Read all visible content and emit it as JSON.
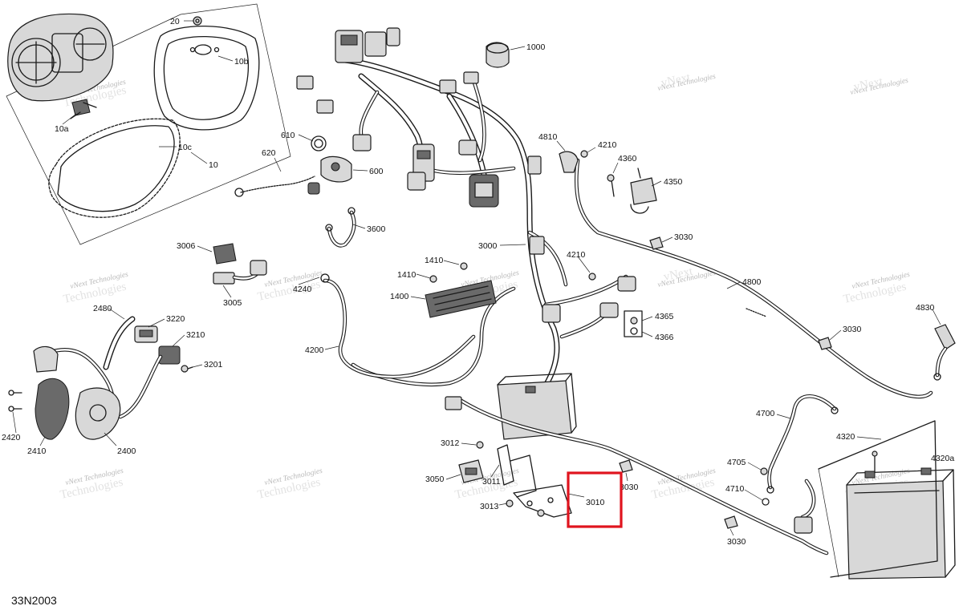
{
  "diagram": {
    "reference_code": "33N2003",
    "watermark": {
      "line1": "vNext Technologies",
      "line2": "Technologies",
      "line3": "vNext"
    },
    "highlight": {
      "part": "3010",
      "color": "#e0141e"
    },
    "labels": {
      "p20": "20",
      "p10b": "10b",
      "p10a": "10a",
      "p10c": "10c",
      "p10": "10",
      "p1000": "1000",
      "p610": "610",
      "p620": "620",
      "p600": "600",
      "p4810": "4810",
      "p4210a": "4210",
      "p4360": "4360",
      "p4350": "4350",
      "p3600": "3600",
      "p3000": "3000",
      "p3030a": "3030",
      "p3006": "3006",
      "p1410a": "1410",
      "p1410b": "1410",
      "p4210b": "4210",
      "p4240": "4240",
      "p3005": "3005",
      "p1400": "1400",
      "p4800": "4800",
      "p2480": "2480",
      "p3220": "3220",
      "p3210": "3210",
      "p4365": "4365",
      "p4366": "4366",
      "p4830": "4830",
      "p4200": "4200",
      "p3030b": "3030",
      "p3201": "3201",
      "p4700": "4700",
      "p2420": "2420",
      "p2410": "2410",
      "p2400": "2400",
      "p4320": "4320",
      "p4320a": "4320a",
      "p3012": "3012",
      "p4705": "4705",
      "p3050": "3050",
      "p3011": "3011",
      "p3030c": "3030",
      "p4710": "4710",
      "p3013": "3013",
      "p3010": "3010",
      "p3030d": "3030"
    }
  }
}
